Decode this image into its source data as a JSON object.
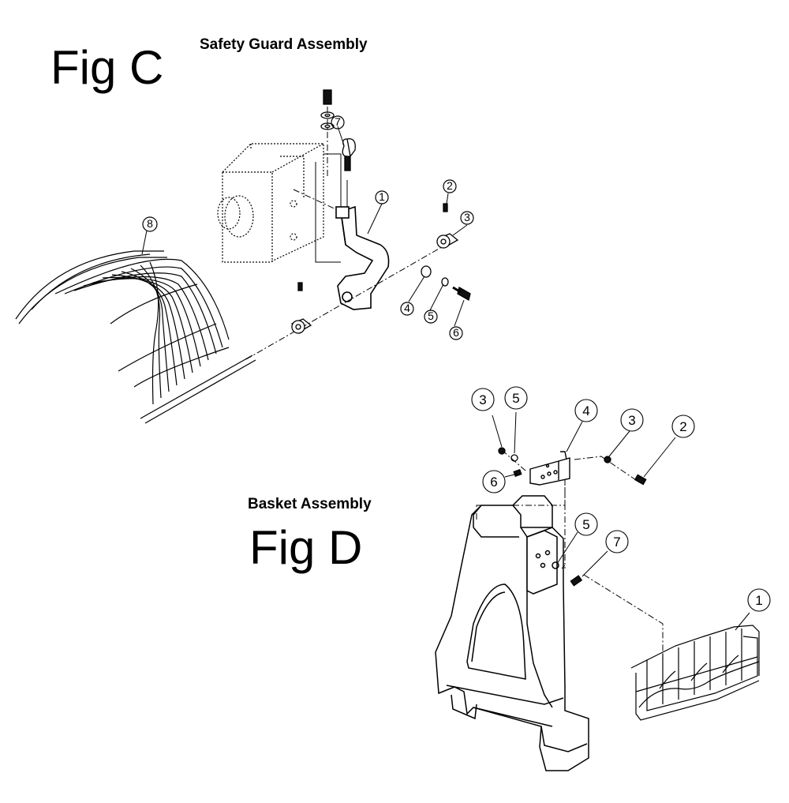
{
  "fig_c": {
    "label": "Fig C",
    "title": "Safety Guard Assembly",
    "callouts": [
      "1",
      "2",
      "3",
      "4",
      "5",
      "6",
      "7",
      "8"
    ]
  },
  "fig_d": {
    "label": "Fig D",
    "title": "Basket Assembly",
    "callouts": [
      "3",
      "5",
      "4",
      "3",
      "2",
      "6",
      "5",
      "7",
      "1"
    ]
  },
  "colors": {
    "ink": "#000000",
    "background": "#ffffff"
  }
}
